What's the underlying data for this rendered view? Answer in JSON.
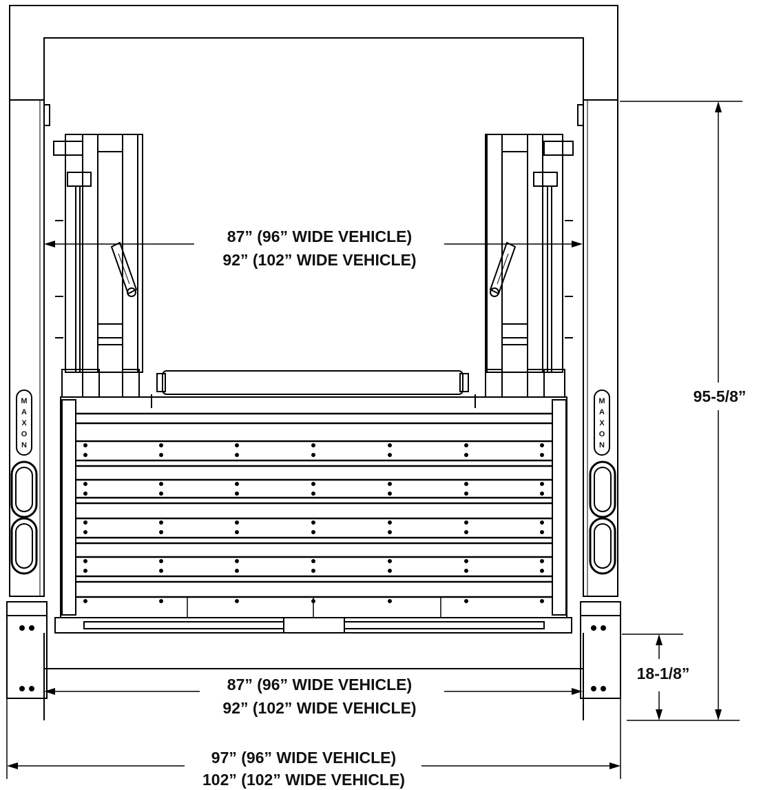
{
  "dimensions": {
    "upper_width": {
      "line1": "87” (96” WIDE VEHICLE)",
      "line2": "92” (102” WIDE VEHICLE)"
    },
    "lower_width": {
      "line1": "87” (96” WIDE VEHICLE)",
      "line2": "92” (102” WIDE VEHICLE)"
    },
    "overall_width": {
      "line1": "97” (96” WIDE VEHICLE)",
      "line2": "102” (102” WIDE VEHICLE)"
    },
    "overall_height": "95-5/8”",
    "bed_height": "18-1/8”"
  },
  "logo": {
    "letters": [
      "M",
      "A",
      "X",
      "O",
      "N"
    ]
  }
}
